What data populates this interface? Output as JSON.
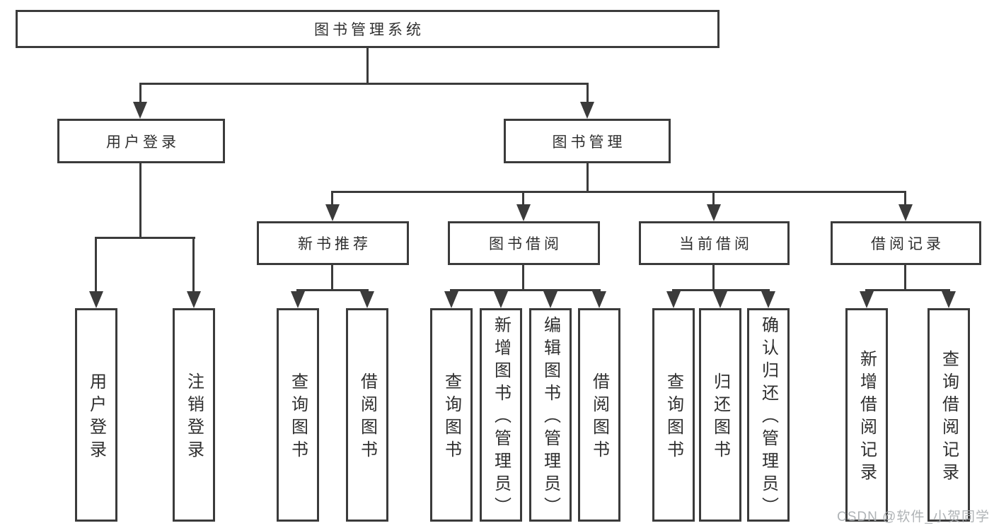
{
  "colors": {
    "background": "#ffffff",
    "line": "#3b3b3b",
    "text": "#2f2f2f",
    "watermark": "#a8acb0"
  },
  "tree": {
    "root": {
      "label": "图书管理系统",
      "children": [
        {
          "label": "用户登录",
          "children": [
            {
              "label": "用户登录"
            },
            {
              "label": "注销登录"
            }
          ]
        },
        {
          "label": "图书管理",
          "children": [
            {
              "label": "新书推荐",
              "children": [
                {
                  "label": "查询图书"
                },
                {
                  "label": "借阅图书"
                }
              ]
            },
            {
              "label": "图书借阅",
              "children": [
                {
                  "label": "查询图书"
                },
                {
                  "label": "新增图书（管理员）"
                },
                {
                  "label": "编辑图书（管理员）"
                },
                {
                  "label": "借阅图书"
                }
              ]
            },
            {
              "label": "当前借阅",
              "children": [
                {
                  "label": "查询图书"
                },
                {
                  "label": "归还图书"
                },
                {
                  "label": "确认归还（管理员）"
                }
              ]
            },
            {
              "label": "借阅记录",
              "children": [
                {
                  "label": "新增借阅记录"
                },
                {
                  "label": "查询借阅记录"
                }
              ]
            }
          ]
        }
      ]
    }
  },
  "watermark": {
    "text": "CSDN @软件_小贺同学"
  }
}
